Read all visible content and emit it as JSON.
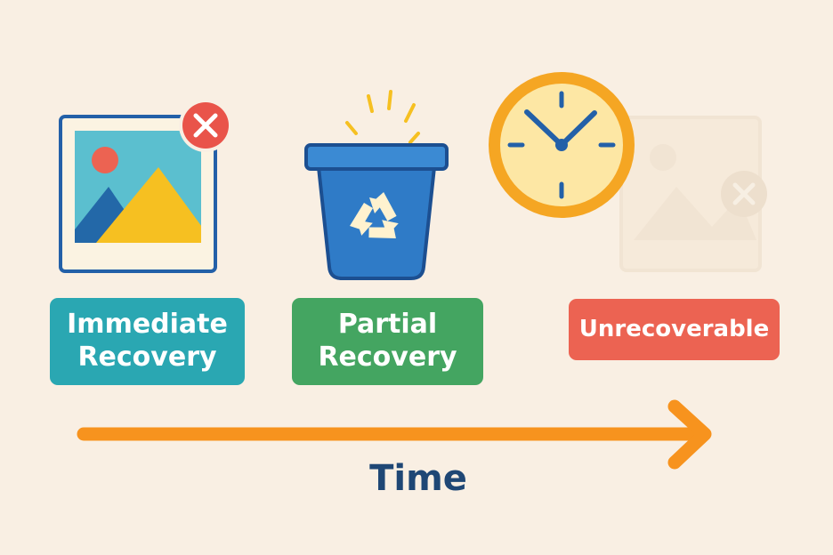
{
  "stages": [
    {
      "name": "immediate",
      "label": "Immediate\nRecovery",
      "icon": "photo-with-close-icon",
      "color": "#2aa7b2"
    },
    {
      "name": "partial",
      "label": "Partial\nRecovery",
      "icon": "recycle-bin-icon",
      "color": "#44a561"
    },
    {
      "name": "unrecoverable",
      "label": "Unrecoverable",
      "icon": "clock-icon",
      "color": "#ec6352"
    }
  ],
  "axis": {
    "label": "Time",
    "arrow_color": "#f7931e",
    "label_color": "#1f4775"
  },
  "colors": {
    "background": "#f9efe3",
    "close_badge": "#e9544a",
    "bin": "#2f7bc7",
    "clock_face": "#fde7a4",
    "clock_rim": "#f5a623"
  }
}
